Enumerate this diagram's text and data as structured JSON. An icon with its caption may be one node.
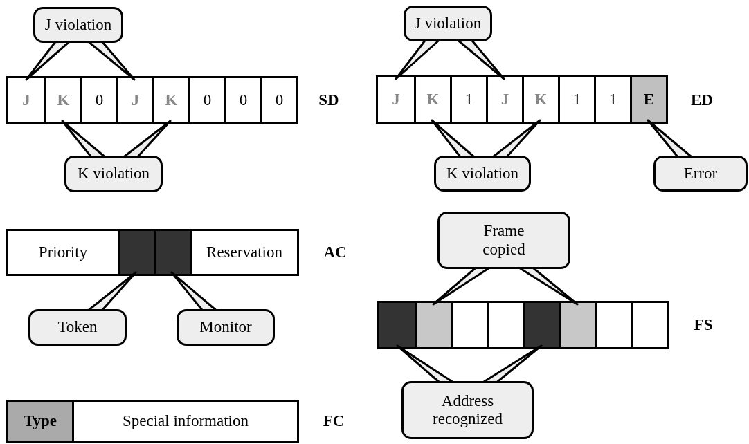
{
  "diagram": {
    "nodes": [
      {
        "text": [
          "J violation"
        ]
      },
      {
        "text": [],
        "shape": "bar",
        "beside": [
          "SD"
        ]
      },
      {
        "text": [
          "J"
        ],
        "in": 1
      },
      {
        "text": [
          "K"
        ],
        "in": 1
      },
      {
        "text": [
          "0"
        ],
        "in": 1
      },
      {
        "text": [
          "J"
        ],
        "in": 1
      },
      {
        "text": [
          "K"
        ],
        "in": 1
      },
      {
        "text": [
          "0"
        ],
        "in": 1
      },
      {
        "text": [
          "0"
        ],
        "in": 1
      },
      {
        "text": [
          "0"
        ],
        "in": 1
      },
      {
        "text": [
          "K violation"
        ]
      },
      {
        "text": [
          "J violation"
        ]
      },
      {
        "text": [],
        "shape": "bar",
        "beside": [
          "ED"
        ]
      },
      {
        "text": [
          "J"
        ],
        "in": 12
      },
      {
        "text": [
          "K"
        ],
        "in": 12
      },
      {
        "text": [
          "1"
        ],
        "in": 12
      },
      {
        "text": [
          "J"
        ],
        "in": 12
      },
      {
        "text": [
          "K"
        ],
        "in": 12
      },
      {
        "text": [
          "1"
        ],
        "in": 12
      },
      {
        "text": [
          "1"
        ],
        "in": 12
      },
      {
        "text": [
          "E"
        ],
        "in": 12
      },
      {
        "text": [
          "K violation"
        ]
      },
      {
        "text": [
          "Error"
        ]
      },
      {
        "text": [],
        "shape": "bar",
        "beside": [
          "AC"
        ]
      },
      {
        "text": [
          "Priority"
        ],
        "in": 23
      },
      {
        "text": [],
        "shape": "box",
        "in": 23
      },
      {
        "text": [],
        "shape": "box",
        "in": 23
      },
      {
        "text": [
          "Reservation"
        ],
        "in": 23
      },
      {
        "text": [
          "Token"
        ]
      },
      {
        "text": [
          "Monitor"
        ]
      },
      {
        "text": [
          "Frame copied"
        ]
      },
      {
        "text": [],
        "shape": "bar",
        "beside": [
          "FS"
        ]
      },
      {
        "text": [],
        "shape": "box",
        "in": 31
      },
      {
        "text": [],
        "shape": "box",
        "in": 31
      },
      {
        "text": [],
        "shape": "box",
        "in": 31
      },
      {
        "text": [],
        "shape": "box",
        "in": 31
      },
      {
        "text": [],
        "shape": "box",
        "in": 31
      },
      {
        "text": [],
        "shape": "box",
        "in": 31
      },
      {
        "text": [],
        "shape": "box",
        "in": 31
      },
      {
        "text": [],
        "shape": "box",
        "in": 31
      },
      {
        "text": [
          "Address recognized"
        ]
      },
      {
        "text": [],
        "shape": "bar",
        "beside": [
          "FC"
        ]
      },
      {
        "text": [
          "Type"
        ],
        "in": 41
      },
      {
        "text": [
          "Special information"
        ],
        "in": 41
      }
    ],
    "edges": [
      {
        "from": 0,
        "to": 2,
        "arrow": "none"
      },
      {
        "from": 0,
        "to": 5,
        "arrow": "none"
      },
      {
        "from": 10,
        "to": 3,
        "arrow": "none"
      },
      {
        "from": 10,
        "to": 6,
        "arrow": "none"
      },
      {
        "from": 11,
        "to": 13,
        "arrow": "none"
      },
      {
        "from": 11,
        "to": 16,
        "arrow": "none"
      },
      {
        "from": 21,
        "to": 14,
        "arrow": "none"
      },
      {
        "from": 21,
        "to": 17,
        "arrow": "none"
      },
      {
        "from": 22,
        "to": 20,
        "arrow": "none"
      },
      {
        "from": 28,
        "to": 25,
        "arrow": "none"
      },
      {
        "from": 29,
        "to": 26,
        "arrow": "none"
      },
      {
        "from": 30,
        "to": 33,
        "arrow": "none"
      },
      {
        "from": 30,
        "to": 37,
        "arrow": "none"
      },
      {
        "from": 40,
        "to": 32,
        "arrow": "none"
      },
      {
        "from": 40,
        "to": 36,
        "arrow": "none"
      }
    ]
  }
}
